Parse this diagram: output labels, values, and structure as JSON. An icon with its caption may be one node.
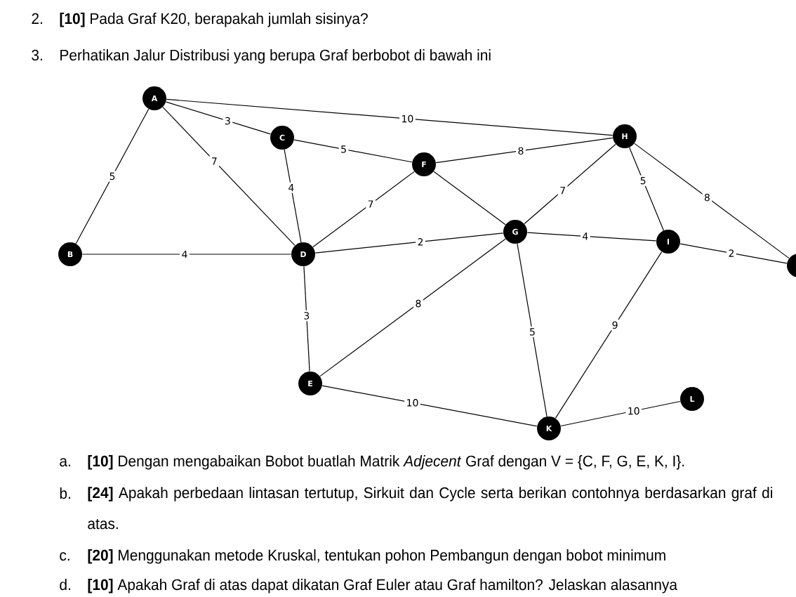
{
  "diagram": {
    "nodes": [
      {
        "text": [
          "A"
        ]
      },
      {
        "text": [
          "C"
        ]
      },
      {
        "text": [
          "H"
        ]
      },
      {
        "text": [
          "F"
        ]
      },
      {
        "text": [
          "B"
        ]
      },
      {
        "text": [
          "D"
        ]
      },
      {
        "text": [
          "G"
        ]
      },
      {
        "text": [
          "I"
        ]
      },
      {
        "text": [],
        "shape": "circle"
      },
      {
        "text": [
          "E"
        ]
      },
      {
        "text": [
          "L"
        ]
      },
      {
        "text": [
          "K"
        ]
      }
    ],
    "edges": [
      {
        "from": 0,
        "to": 2,
        "arrow": "none",
        "label": "10"
      },
      {
        "from": 0,
        "to": 1,
        "arrow": "none",
        "label": "3"
      },
      {
        "from": 1,
        "to": 3,
        "arrow": "none",
        "label": "5"
      },
      {
        "from": 3,
        "to": 2,
        "arrow": "none",
        "label": "8"
      },
      {
        "from": 0,
        "to": 4,
        "arrow": "none",
        "label": "5"
      },
      {
        "from": 0,
        "to": 5,
        "arrow": "none",
        "label": "7"
      },
      {
        "from": 1,
        "to": 5,
        "arrow": "none",
        "label": "4"
      },
      {
        "from": 3,
        "to": 5,
        "arrow": "none",
        "label": "7"
      },
      {
        "from": 3,
        "to": 6,
        "arrow": "none"
      },
      {
        "from": 2,
        "to": 6,
        "arrow": "none",
        "label": "7"
      },
      {
        "from": 2,
        "to": 7,
        "arrow": "none",
        "label": "5"
      },
      {
        "from": 2,
        "to": 8,
        "arrow": "none",
        "label": "8"
      },
      {
        "from": 4,
        "to": 5,
        "arrow": "none",
        "label": "4"
      },
      {
        "from": 5,
        "to": 6,
        "arrow": "none",
        "label": "2"
      },
      {
        "from": 6,
        "to": 7,
        "arrow": "none",
        "label": "4"
      },
      {
        "from": 7,
        "to": 8,
        "arrow": "none",
        "label": "2"
      },
      {
        "from": 5,
        "to": 9,
        "arrow": "none",
        "label": "3"
      },
      {
        "from": 6,
        "to": 9,
        "arrow": "none",
        "label": "8"
      },
      {
        "from": 6,
        "to": 11,
        "arrow": "none",
        "label": "5"
      },
      {
        "from": 7,
        "to": 11,
        "arrow": "none",
        "label": "9"
      },
      {
        "from": 9,
        "to": 11,
        "arrow": "none",
        "label": "10"
      },
      {
        "from": 11,
        "to": 10,
        "arrow": "none",
        "label": "10"
      }
    ],
    "labels": [
      "2.",
      "**[10]** Pada Graf K20, berapakah jumlah sisinya?",
      "3.",
      "Perhatikan Jalur Distribusi yang berupa Graf berbobot di bawah ini",
      "a.",
      "**[10]** Dengan mengabaikan Bobot buatlah Matrik *Adjecent* Graf dengan V = {C, F, G, E, K, I}.",
      "b.",
      "**[24]** Apakah perbedaan lintasan tertutup, Sirkuit dan Cycle serta berikan contohnya berdasarkan graf di atas.",
      "c.",
      "**[20]** Menggunakan metode Kruskal, tentukan pohon Pembangun dengan bobot minimum",
      "d.",
      "**[10]** Apakah Graf di atas dapat dikatan Graf Euler atau Graf hamilton? Jelaskan alasannya"
    ]
  }
}
